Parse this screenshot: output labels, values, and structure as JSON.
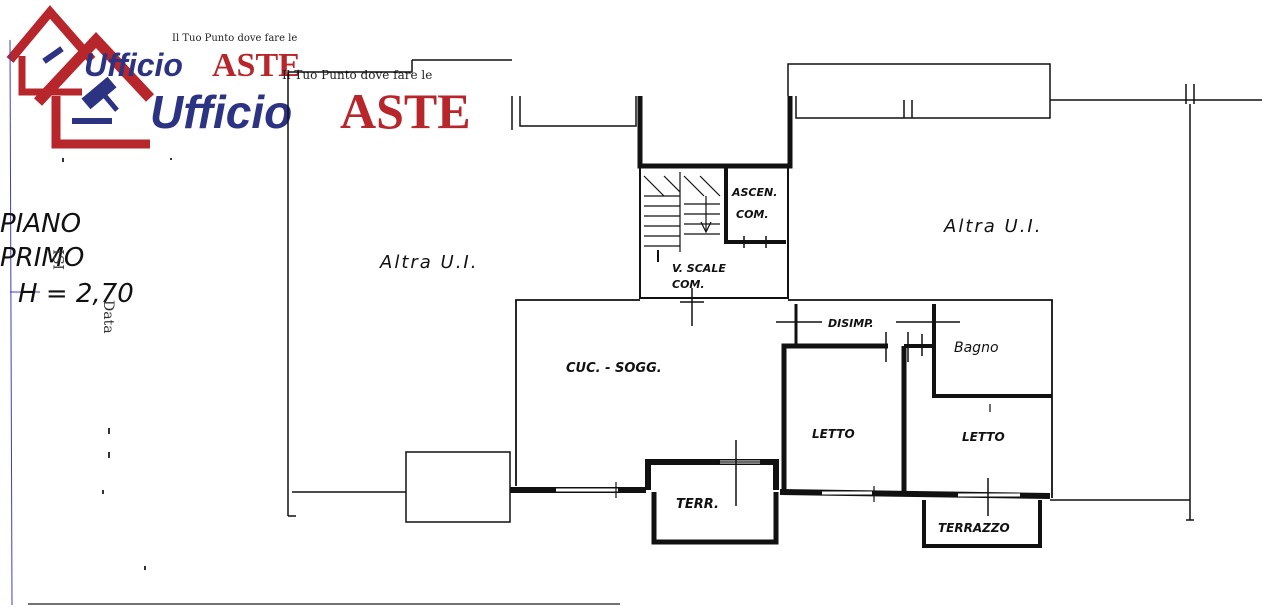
{
  "watermark": {
    "tagline": "Il Tuo Punto dove fare le",
    "brand_first": "Ufficio",
    "brand_second": "ASTE",
    "colors": {
      "navy": "#2c3383",
      "red": "#b7262b"
    }
  },
  "margin_notes": {
    "level_line1": "PIANO",
    "level_line2": "PRIMO",
    "height": "H = 2,70",
    "stamp_a": "ISI",
    "stamp_b": "Data"
  },
  "rooms": {
    "left_unit": "Altra U.I.",
    "right_unit": "Altra U.I.",
    "lift": "ASCEN. COM.",
    "lift_line1": "ASCEN.",
    "lift_line2": "COM.",
    "stairs_line1": "V. SCALE",
    "stairs_line2": "COM.",
    "hall": "DISIMP.",
    "kitchen_living": "CUC. - SOGG.",
    "bath": "Bagno",
    "bedroom_1": "LETTO",
    "bedroom_2": "LETTO",
    "terrace_small": "TERR.",
    "terrace": "TERRAZZO"
  }
}
